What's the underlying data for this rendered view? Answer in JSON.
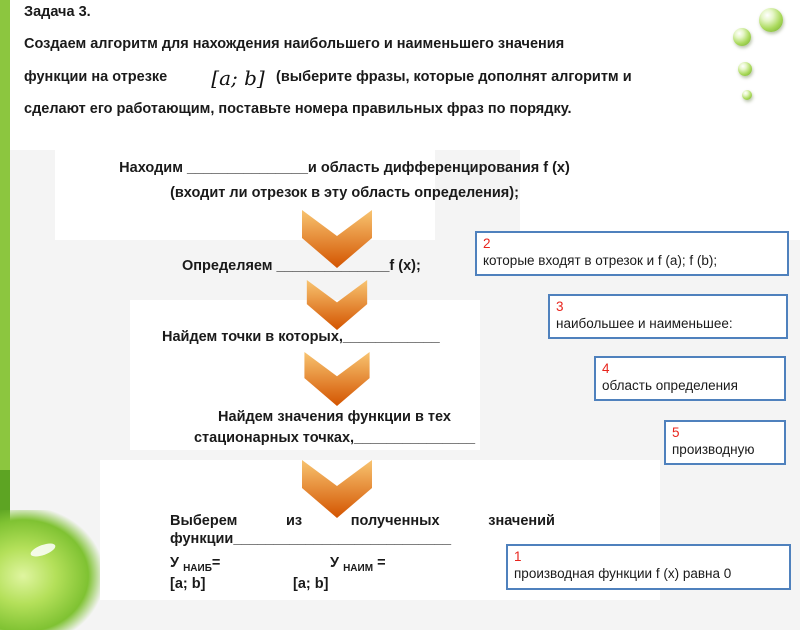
{
  "task": {
    "title": "Задача 3.",
    "line1": "Создаем алгоритм для нахождения наибольшего и наименьшего значения",
    "line2_before": "функции на отрезке",
    "interval": "[a; b]",
    "line2_after": "(выберите фразы, которые дополнят алгоритм и",
    "line3": "сделают его работающим, поставьте номера правильных фраз по порядку."
  },
  "steps": {
    "step1_line1": "Находим _______________и область дифференцирования f (x)",
    "step1_line2": "(входит ли отрезок в эту область определения);",
    "step2": "Определяем ______________f (x);",
    "step3": "Найдем точки в которых,____________",
    "step4_line1": "Найдем значения функции в тех",
    "step4_line2": "стационарных точках,_______________",
    "step5_words": [
      "Выберем",
      "из",
      "полученных",
      "значений"
    ],
    "step5_line2": "функции___________________________",
    "y_max": "У",
    "y_max_sub": "НАИБ",
    "y_max_eq": "=",
    "y_min": "У",
    "y_min_sub": "НАИМ",
    "y_min_eq": "=",
    "interval_left": "[a; b]",
    "interval_right": "[a; b]"
  },
  "options": [
    {
      "number": "2",
      "text": "которые входят в отрезок и f (a); f (b);"
    },
    {
      "number": "3",
      "text": "наибольшее и наименьшее:"
    },
    {
      "number": "4",
      "text": "область определения"
    },
    {
      "number": "5",
      "text": "производную"
    },
    {
      "number": "1",
      "text": "производная функции f (x) равна 0"
    }
  ],
  "colors": {
    "chevron_light": "#f8c471",
    "chevron_dark": "#d35400",
    "option_border": "#4f81bd",
    "option_number": "#e8251d",
    "accent_green": "#8cc63f"
  }
}
